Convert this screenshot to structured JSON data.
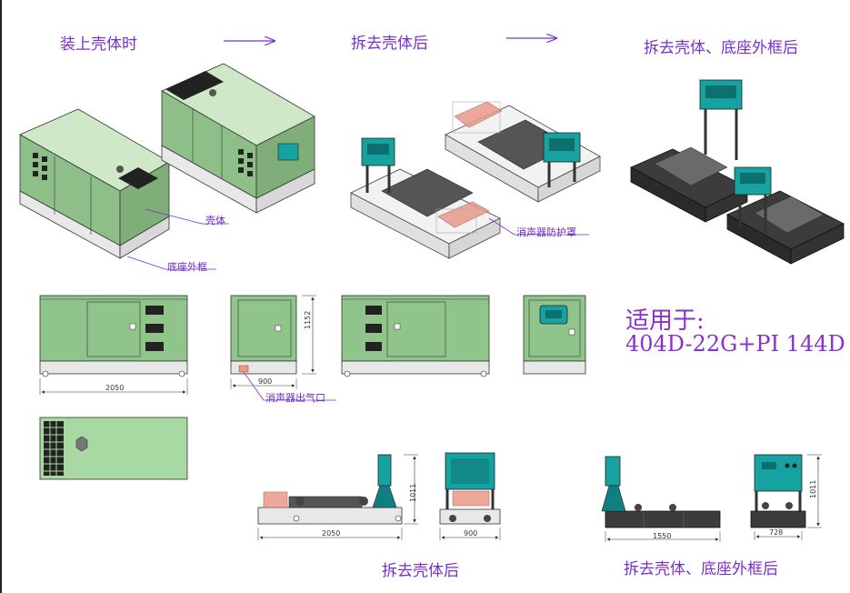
{
  "headers": {
    "assembled": "装上壳体时",
    "shell_removed": "拆去壳体后",
    "shell_base_removed": "拆去壳体、底座外框后"
  },
  "callouts": {
    "shell": "壳体",
    "base_frame": "底座外框",
    "muffler_guard": "消声器防护罩",
    "muffler_outlet": "消声器出气口"
  },
  "applicable": {
    "title": "适用于:",
    "model": "404D-22G+PI 144D"
  },
  "dimensions": {
    "front_length": "2050",
    "side_width": "900",
    "side_height": "1152",
    "open_length": "2050",
    "open_end_width": "900",
    "open_height": "1011",
    "bare_length": "1550",
    "bare_end_width": "728",
    "bare_height": "1011"
  },
  "footer": {
    "shell_removed": "拆去壳体后",
    "shell_base_removed": "拆去壳体、底座外框后"
  },
  "colors": {
    "enclosure_green": "#a9d9a3",
    "panel_teal": "#17a2a2",
    "label_purple": "#7a2fd0",
    "dark_frame": "#3c3c3c",
    "muffler_red": "#e89a8a"
  }
}
